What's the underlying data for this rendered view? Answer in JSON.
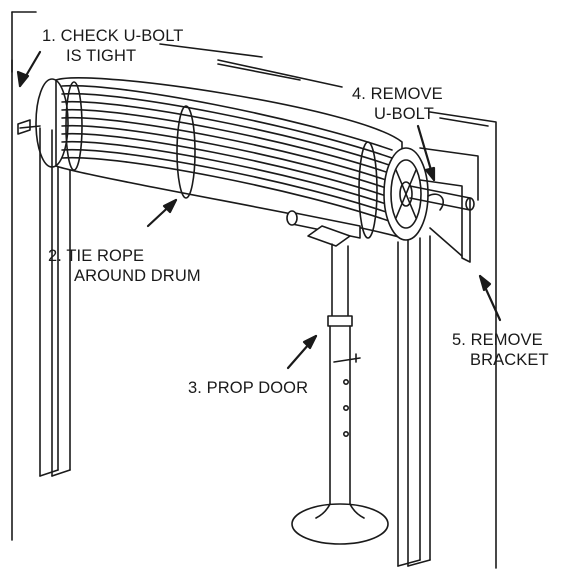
{
  "labels": {
    "step1": {
      "line1": "1. CHECK U-BOLT",
      "line2": "IS TIGHT"
    },
    "step2": {
      "line1": "2. TIE ROPE",
      "line2": "AROUND DRUM"
    },
    "step3": {
      "line1": "3. PROP DOOR"
    },
    "step4": {
      "line1": "4. REMOVE",
      "line2": "U-BOLT"
    },
    "step5": {
      "line1": "5. REMOVE",
      "line2": "BRACKET"
    }
  },
  "colors": {
    "ink": "#1a1a1a",
    "background": "#ffffff"
  }
}
